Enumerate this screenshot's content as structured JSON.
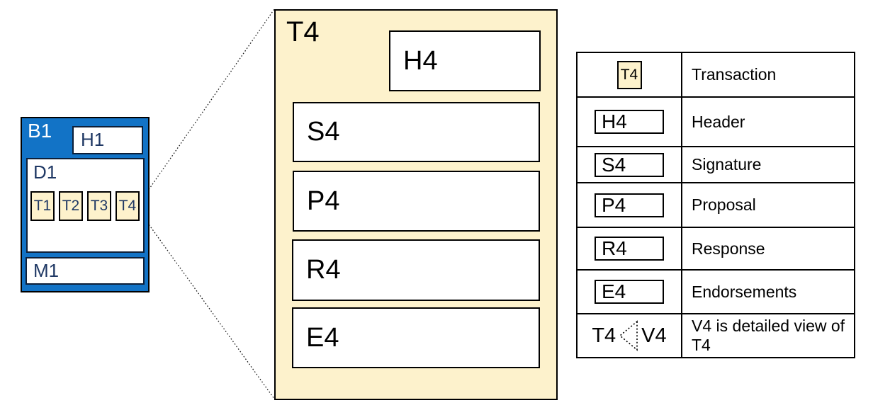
{
  "colors": {
    "block-blue": "#1273C6",
    "cream": "#FDF2CC",
    "navy": "#1F3864"
  },
  "block": {
    "label": "B1",
    "header_label": "H1",
    "data_label": "D1",
    "transactions": [
      "T1",
      "T2",
      "T3",
      "T4"
    ],
    "metadata_label": "M1"
  },
  "detail": {
    "label": "T4",
    "boxes": [
      "H4",
      "S4",
      "P4",
      "R4",
      "E4"
    ]
  },
  "legend": {
    "rows": [
      {
        "symbol": "T4",
        "description": "Transaction"
      },
      {
        "symbol": "H4",
        "description": "Header"
      },
      {
        "symbol": "S4",
        "description": "Signature"
      },
      {
        "symbol": "P4",
        "description": "Proposal"
      },
      {
        "symbol": "R4",
        "description": "Response"
      },
      {
        "symbol": "E4",
        "description": "Endorsements"
      },
      {
        "symbol_left": "T4",
        "symbol_right": "V4",
        "description": "V4 is detailed view of  T4"
      }
    ]
  }
}
